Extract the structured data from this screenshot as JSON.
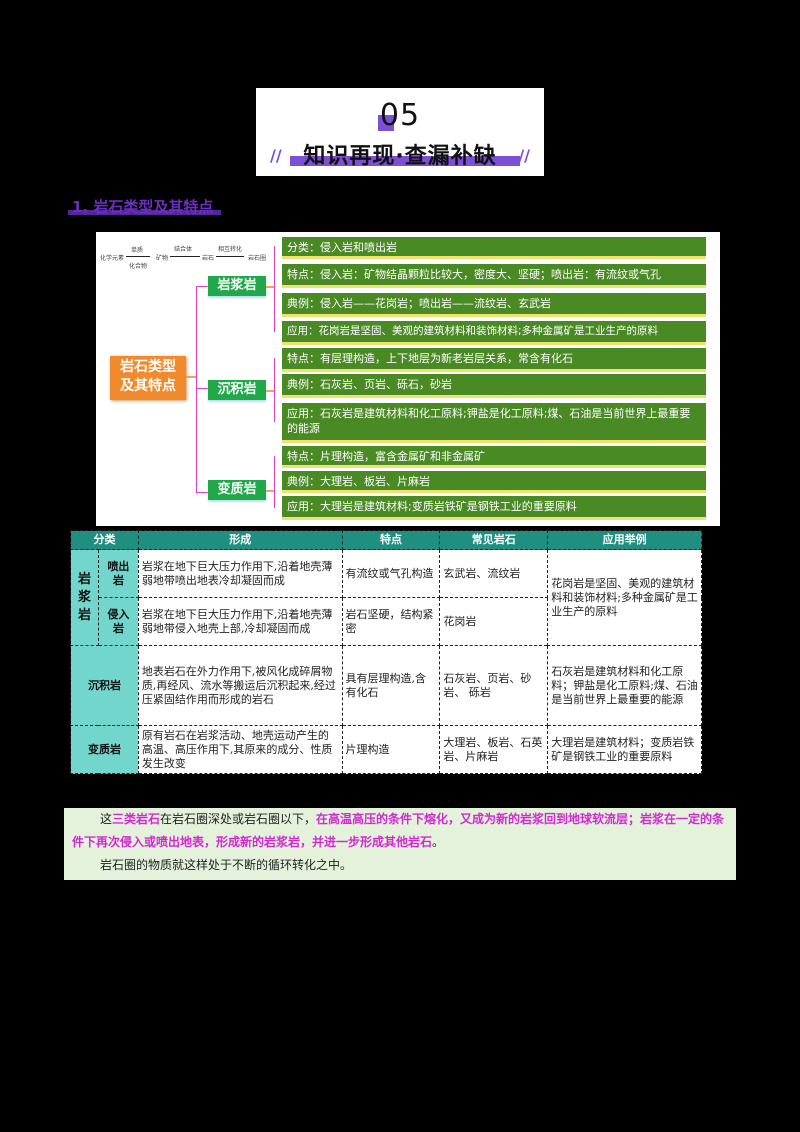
{
  "header": {
    "number": "05",
    "title": "知识再现·查漏补缺",
    "slash": "//"
  },
  "section": {
    "heading": "1. 岩石类型及其特点"
  },
  "mindmap": {
    "flow": {
      "s1": "化学元素",
      "a1_top": "单质",
      "a1_bot": "化合物",
      "s2": "矿物",
      "a2": "结合体",
      "s3": "岩石",
      "a3": "相互转化",
      "s4": "岩石圈"
    },
    "root": {
      "line1": "岩石类型",
      "line2": "及其特点"
    },
    "categories": [
      {
        "label": "岩浆岩",
        "items": [
          "分类：侵入岩和喷出岩",
          "特点：侵入岩：矿物结晶颗粒比较大，密度大、坚硬；喷出岩：有流纹或气孔",
          "典例：侵入岩——花岗岩；喷出岩——流纹岩、玄武岩",
          "应用：花岗岩是坚固、美观的建筑材料和装饰材料;多种金属矿是工业生产的原料"
        ]
      },
      {
        "label": "沉积岩",
        "items": [
          "特点：有层理构造，上下地层为新老岩层关系，常含有化石",
          "典例：石灰岩、页岩、砾石，砂岩",
          "应用：石灰岩是建筑材料和化工原料;钾盐是化工原料;煤、石油是当前世界上最重要的能源"
        ]
      },
      {
        "label": "变质岩",
        "items": [
          "特点：片理构造，富含金属矿和非金属矿",
          "典例：大理岩、板岩、片麻岩",
          "应用：大理岩是建筑材料;变质岩铁矿是钢铁工业的重要原料"
        ]
      }
    ]
  },
  "table": {
    "headers": [
      "分类",
      "形成",
      "特点",
      "常见岩石",
      "应用举例"
    ],
    "magma_label": "岩浆岩",
    "rows": [
      {
        "sub": "喷出岩",
        "formation": "岩浆在地下巨大压力作用下,沿着地壳薄弱地带喷出地表冷却凝固而成",
        "feature": "有流纹或气孔构造",
        "rocks": "玄武岩、流纹岩"
      },
      {
        "sub": "侵入岩",
        "formation": "岩浆在地下巨大压力作用下,沿着地壳薄弱地带侵入地壳上部,冷却凝固而成",
        "feature": "岩石坚硬，结构紧密",
        "rocks": "花岗岩"
      },
      {
        "sub": "沉积岩",
        "formation": "地表岩石在外力作用下,被风化成碎屑物质,再经风、流水等搬运后沉积起来,经过压紧固结作用而形成的岩石",
        "feature": "具有层理构造,含有化石",
        "rocks": "石灰岩、页岩、砂岩、 砾岩",
        "use": "石灰岩是建筑材料和化工原料；钾盐是化工原料;煤、石油是当前世界上最重要的能源"
      },
      {
        "sub": "变质岩",
        "formation": "原有岩石在岩浆活动、地壳运动产生的高温、高压作用下,其原来的成分、性质发生改变",
        "feature": "片理构造",
        "rocks": "大理岩、板岩、石英岩、片麻岩",
        "use": "大理岩是建筑材料；变质岩铁矿是钢铁工业的重要原料"
      }
    ],
    "magma_use": "花岗岩是坚固、美观的建筑材料和装饰材料;多种金属矿是工业生产的原料"
  },
  "paragraph": {
    "p1_a": "这",
    "p1_hl1": "三类岩石",
    "p1_b": "在岩石圈深处或岩石圈以下，",
    "p1_hl2": "在高温高压的条件下熔化，又成为新的岩浆回到地球软流层；岩浆在一定的条件下再次侵入或喷出地表，形成新的岩浆岩，并进一步形成其他岩石",
    "p1_end": "。",
    "p2": "岩石圈的物质就这样处于不断的循环转化之中。"
  },
  "colors": {
    "accent_purple": "#7b4fd6",
    "leaf_green": "#4a8a24",
    "cat_green": "#21a84a",
    "root_orange": "#f08a2c",
    "table_header": "#1f8f80",
    "table_cat": "#73d6cc",
    "highlight_magenta": "#d22ad2"
  }
}
